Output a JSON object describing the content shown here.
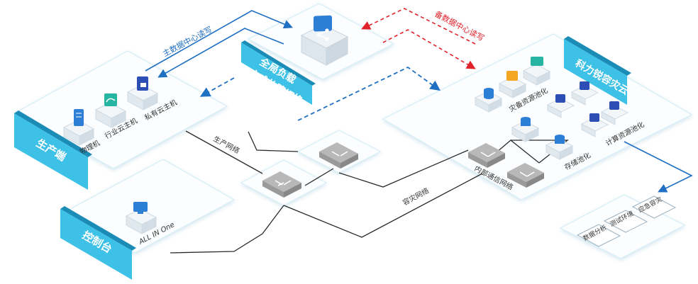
{
  "regions": {
    "production": "生产端",
    "console": "控制台",
    "cloud_dr": "科力锐容灾云",
    "global_lb_line1": "全局负载",
    "global_lb_line2": "灾难故障切换"
  },
  "hosts": {
    "physical": "物理机",
    "industry_cloud": "行业云主机",
    "private_cloud": "私有云主机",
    "all_in_one": "ALL IN One"
  },
  "networks": {
    "production": "生产网络",
    "dr": "容灾网络",
    "internal": "内部通信网络"
  },
  "flows": {
    "primary_rw": "主数据中心读写",
    "backup_rw": "备数据中心读写"
  },
  "pools": {
    "dr_resource": "灾备资源池化",
    "storage": "存储池化",
    "compute": "计算资源池化"
  },
  "services": [
    "应急容灾",
    "测试环境",
    "数据分析"
  ],
  "colors": {
    "accent": "#3ec1e6",
    "accent_dark": "#1b8cb5",
    "blue_line": "#1f6fc2",
    "red_line": "#e0222a",
    "black_line": "#2b2b2b"
  }
}
